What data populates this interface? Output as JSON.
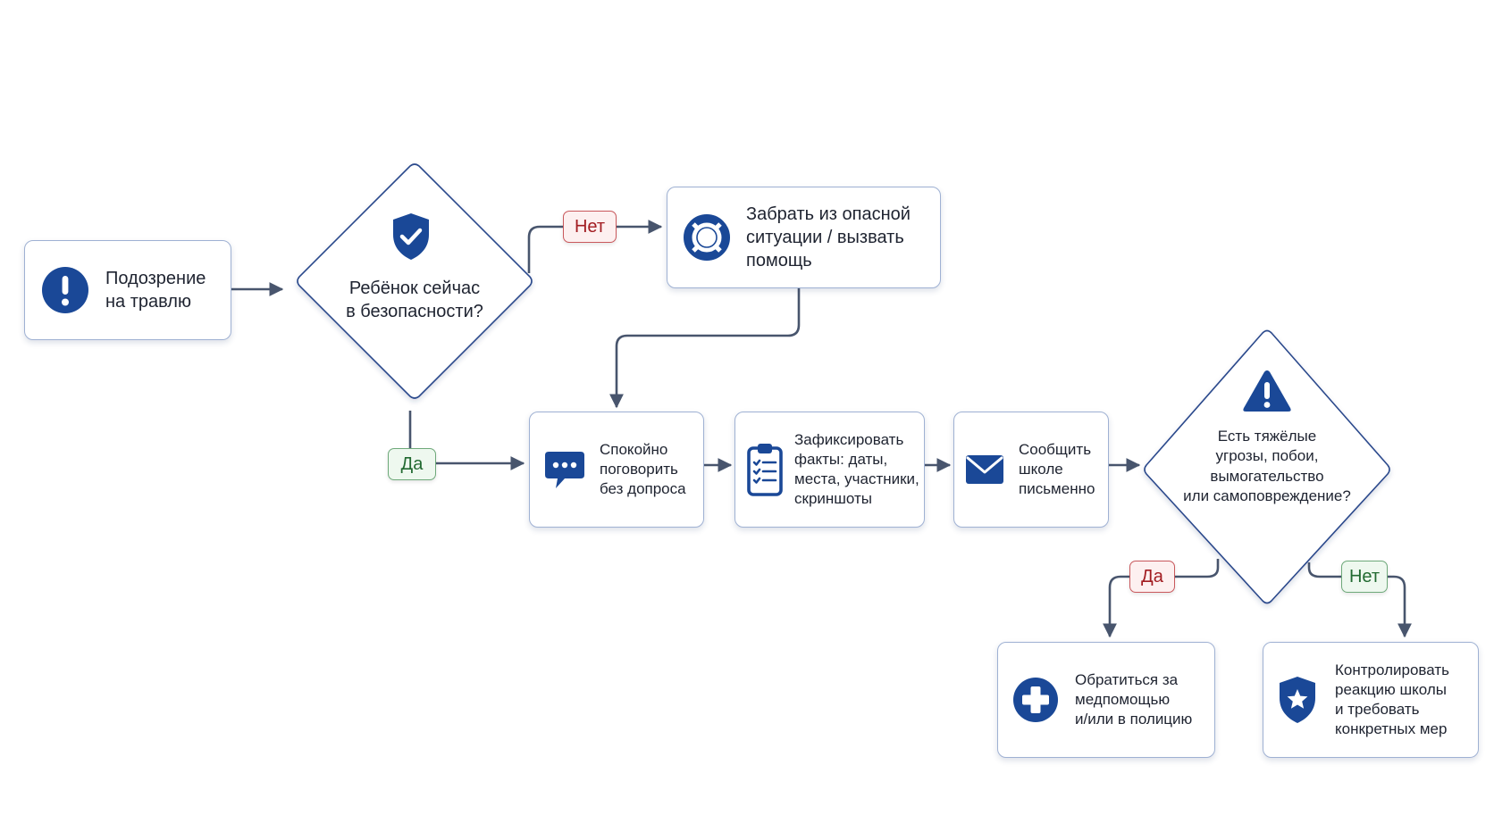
{
  "nodes": {
    "start": "Подозрение\nна травлю",
    "safety_question": "Ребёнок сейчас\nв безопасности?",
    "rescue": "Забрать из опасной\nситуации / вызвать\nпомощь",
    "talk": "Спокойно\nпоговорить\nбез допроса",
    "record": "Зафиксировать\nфакты: даты,\nместа, участники,\nскриншоты",
    "notify": "Сообщить\nшколе\nписьменно",
    "severity_question": "Есть тяжёлые\nугрозы, побои,\nвымогательство\nили самоповреждение?",
    "medical": "Обратиться за\nмедпомощью\nи/или в полицию",
    "control": "Контролировать\nреакцию школы\nи требовать\nконкретных мер"
  },
  "branches": {
    "safety_no": "Нет",
    "safety_yes": "Да",
    "severity_yes": "Да",
    "severity_no": "Нет"
  },
  "icons": {
    "start": "exclamation-circle-icon",
    "safety_question": "shield-check-icon",
    "rescue": "lifebuoy-icon",
    "talk": "chat-bubble-icon",
    "record": "clipboard-checklist-icon",
    "notify": "envelope-icon",
    "severity_question": "warning-triangle-icon",
    "medical": "medical-cross-icon",
    "control": "shield-star-icon"
  },
  "colors": {
    "icon": "#1a4897",
    "connector": "#48556d",
    "node_border": "#9fb1d3",
    "diamond_border": "#2c4a8c",
    "yes_tag": "#226a31",
    "no_tag": "#a21d22"
  }
}
